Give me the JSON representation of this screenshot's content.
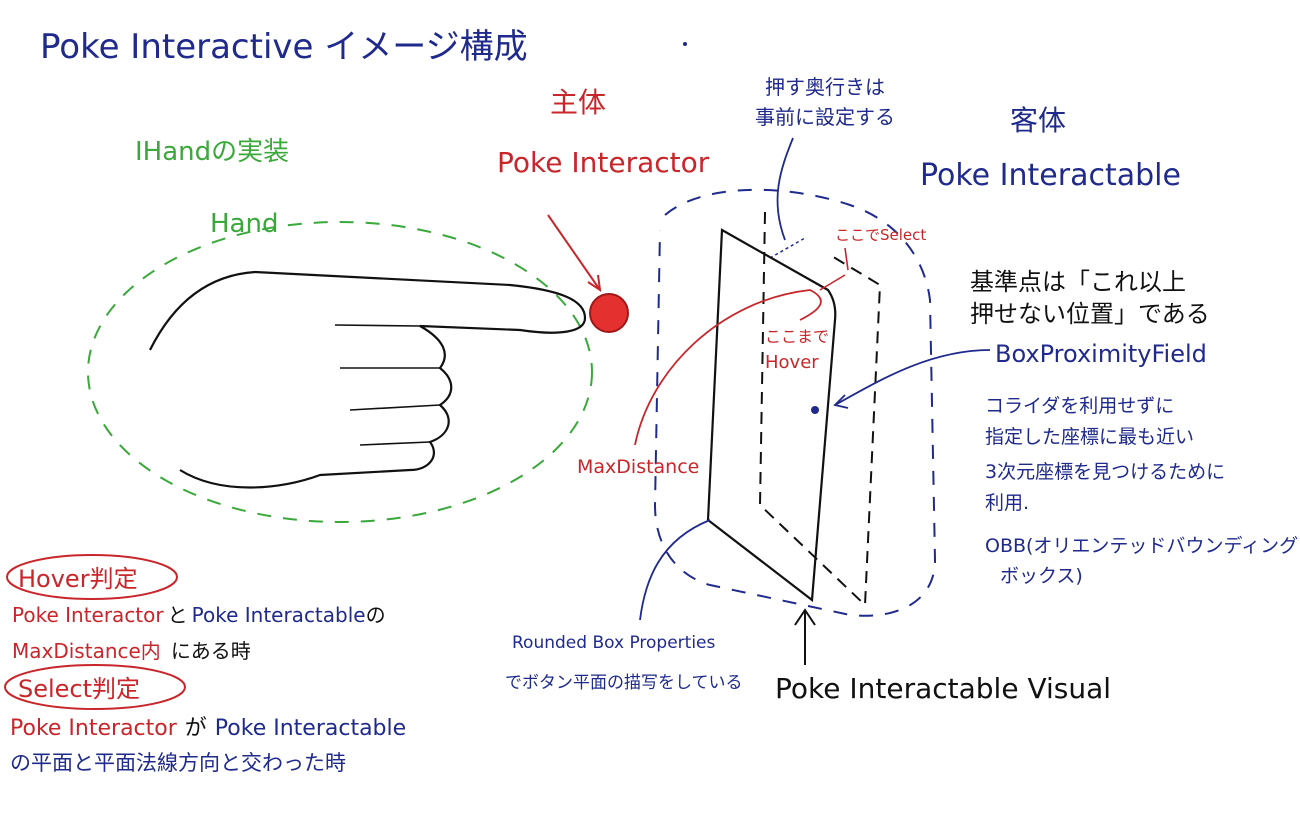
{
  "title": "Poke Interactive イメージ構成",
  "subject": {
    "heading": "主体",
    "name": "Poke Interactor"
  },
  "hand": {
    "impl_label": "IHandの実装",
    "label": "Hand"
  },
  "object": {
    "heading": "客体",
    "name": "Poke Interactable"
  },
  "depth_note": [
    "押す奥行きは",
    "事前に設定する"
  ],
  "select_here": "ここでSelect",
  "hover_here": [
    "ここまで",
    "Hover"
  ],
  "max_distance": "MaxDistance",
  "reference_note": [
    "基準点は「これ以上",
    "押せない位置」である"
  ],
  "box_proximity": {
    "label": "BoxProximityField",
    "notes": [
      "コライダを利用せずに",
      "指定した座標に最も近い",
      "3次元座標を見つけるために",
      "利用.",
      "OBB(オリエンテッドバウンディング",
      "ボックス)"
    ]
  },
  "rounded_box": [
    "Rounded Box Properties",
    "でボタン平面の描写をしている"
  ],
  "visual_label": "Poke Interactable Visual",
  "hover_rule": {
    "heading": "Hover判定",
    "line1": {
      "a": "Poke Interactor",
      "b": "と",
      "c": "Poke Interactable",
      "d": "の"
    },
    "line2": {
      "a": "MaxDistance内",
      "b": "にある時"
    }
  },
  "select_rule": {
    "heading": "Select判定",
    "line1": {
      "a": "Poke Interactor",
      "b": "が",
      "c": "Poke Interactable"
    },
    "line2": "の平面と平面法線方向と交わった時"
  },
  "colors": {
    "navy": "#1f2a8c",
    "red": "#c8262a",
    "green": "#3aa83a",
    "black": "#111111"
  }
}
